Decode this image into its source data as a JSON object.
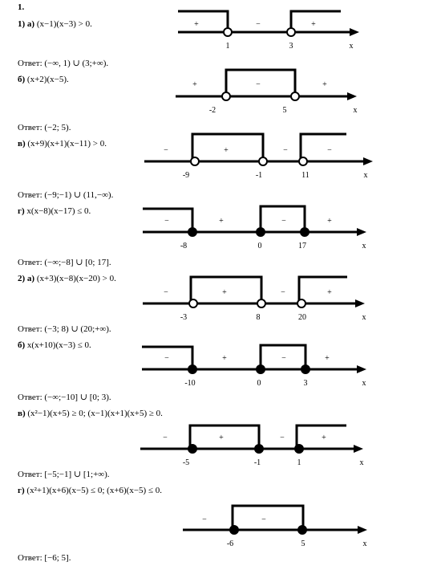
{
  "header": "1.",
  "lines": [
    {
      "id": "l1",
      "b": "1)   а)",
      "r": "(x−1)(x−3) > 0."
    },
    {
      "id": "l2",
      "b": "",
      "r": "Ответ: (−∞, 1) ∪ (3;+∞)."
    },
    {
      "id": "l3",
      "b": "б)",
      "r": "(x+2)(x−5)."
    },
    {
      "id": "l4",
      "b": "",
      "r": "Ответ:  (−2; 5)."
    },
    {
      "id": "l5",
      "b": "в)",
      "r": "(x+9)(x+1)(x−11) > 0."
    },
    {
      "id": "l6",
      "b": "",
      "r": "Ответ: (−9;−1) ∪ (11,−∞)."
    },
    {
      "id": "l7",
      "b": "г)",
      "r": "x(x−8)(x−17) ≤ 0."
    },
    {
      "id": "l8",
      "b": "",
      "r": "Ответ: (−∞;−8] ∪ [0; 17]."
    },
    {
      "id": "l9",
      "b": "2)    а)",
      "r": "(x+3)(x−8)(x−20) > 0."
    },
    {
      "id": "l10",
      "b": "",
      "r": "Ответ: (−3; 8) ∪ (20;+∞)."
    },
    {
      "id": "l11",
      "b": "б)",
      "r": "x(x+10)(x−3) ≤ 0."
    },
    {
      "id": "l12",
      "b": "",
      "r": "Ответ: (−∞;−10] ∪ [0; 3)."
    },
    {
      "id": "l13",
      "b": "в)",
      "r": "(x²−1)(x+5) ≥ 0;    (x−1)(x+1)(x+5) ≥ 0."
    },
    {
      "id": "l14",
      "b": "",
      "r": "Ответ: [−5;−1] ∪ [1;+∞)."
    },
    {
      "id": "l15",
      "b": "г)",
      "r": "(x²+1)(x+6)(x−5) ≤ 0;    (x+6)(x−5) ≤ 0."
    },
    {
      "id": "l16",
      "b": "",
      "r": "Ответ: [−6; 5]."
    }
  ],
  "axes": [
    {
      "points": [
        {
          "label": "1",
          "filled": false
        },
        {
          "label": "3",
          "filled": false
        }
      ],
      "signs": [
        "+",
        "−",
        "+"
      ],
      "var": "x"
    },
    {
      "points": [
        {
          "label": "-2",
          "filled": false
        },
        {
          "label": "5",
          "filled": false
        }
      ],
      "signs": [
        "+",
        "−",
        "+"
      ],
      "var": "x"
    },
    {
      "points": [
        {
          "label": "-9",
          "filled": false
        },
        {
          "label": "-1",
          "filled": false
        },
        {
          "label": "11",
          "filled": false
        }
      ],
      "signs": [
        "−",
        "+",
        "−",
        "−"
      ],
      "var": "x"
    },
    {
      "points": [
        {
          "label": "-8",
          "filled": true
        },
        {
          "label": "0",
          "filled": true
        },
        {
          "label": "17",
          "filled": true
        }
      ],
      "signs": [
        "−",
        "+",
        "−",
        "+"
      ],
      "var": "x"
    },
    {
      "points": [
        {
          "label": "-3",
          "filled": false
        },
        {
          "label": "8",
          "filled": false
        },
        {
          "label": "20",
          "filled": false
        }
      ],
      "signs": [
        "−",
        "+",
        "−",
        "+"
      ],
      "var": "x"
    },
    {
      "points": [
        {
          "label": "-10",
          "filled": true
        },
        {
          "label": "0",
          "filled": true
        },
        {
          "label": "3",
          "filled": true
        }
      ],
      "signs": [
        "−",
        "+",
        "−",
        "+"
      ],
      "var": "x"
    },
    {
      "points": [
        {
          "label": "-5",
          "filled": true
        },
        {
          "label": "-1",
          "filled": true
        },
        {
          "label": "1",
          "filled": true
        }
      ],
      "signs": [
        "−",
        "+",
        "−",
        "+"
      ],
      "var": "x"
    },
    {
      "points": [
        {
          "label": "-6",
          "filled": true
        },
        {
          "label": "5",
          "filled": true
        }
      ],
      "signs": [
        "−",
        "−",
        ""
      ],
      "var": "x"
    }
  ]
}
